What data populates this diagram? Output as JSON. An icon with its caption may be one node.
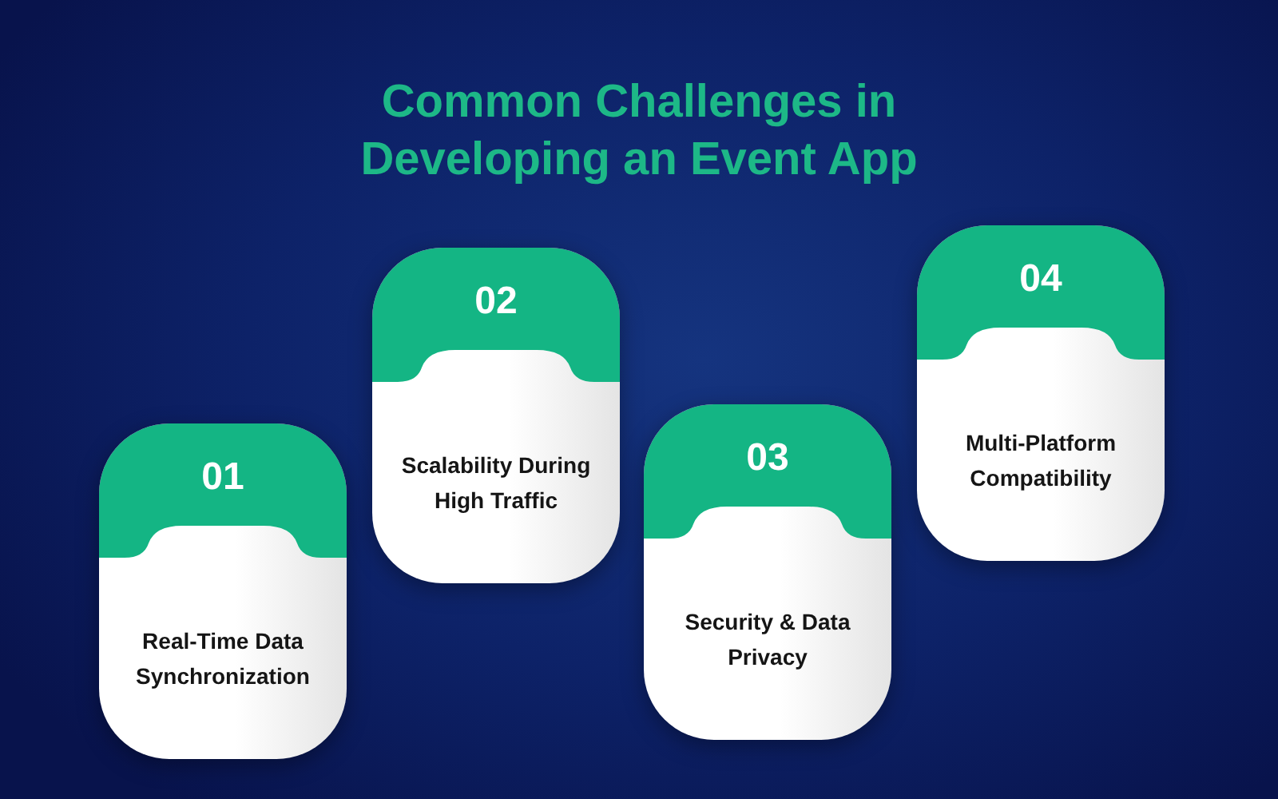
{
  "diagram": {
    "title": "Common Challenges in Developing an Event App",
    "nodes": [
      {
        "text": [
          "01",
          "Real-Time Data Synchronization"
        ]
      },
      {
        "text": [
          "02",
          "Scalability During High Traffic"
        ]
      },
      {
        "text": [
          "03",
          "Security & Data Privacy"
        ]
      },
      {
        "text": [
          "04",
          "Multi-Platform Compatibility"
        ]
      }
    ]
  }
}
